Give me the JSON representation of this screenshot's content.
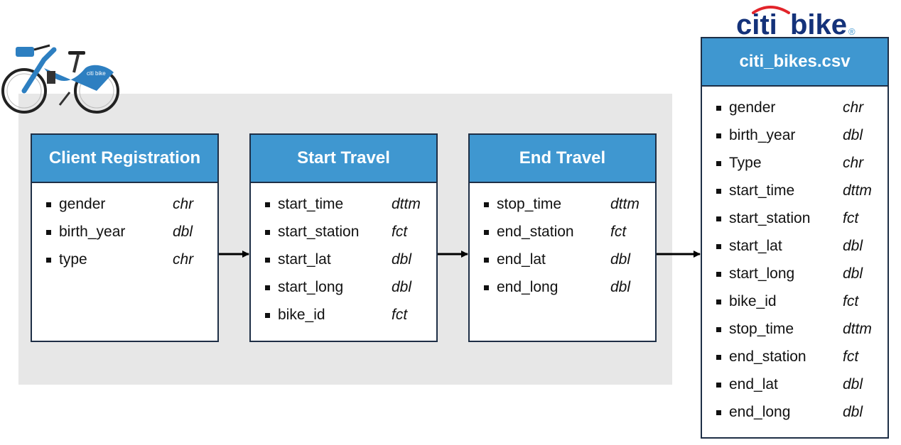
{
  "logo": {
    "text_citi": "citi",
    "text_bike": "bike",
    "mark": "®"
  },
  "colors": {
    "header": "#3f97d0",
    "border": "#1e2f46",
    "panel": "#e7e7e7",
    "logo_blue": "#14327a",
    "logo_red": "#e2242a",
    "logo_light": "#3f97d0"
  },
  "boxes": [
    {
      "title": "Client Registration",
      "fields": [
        {
          "name": "gender",
          "type": "chr"
        },
        {
          "name": "birth_year",
          "type": "dbl"
        },
        {
          "name": "type",
          "type": "chr"
        }
      ]
    },
    {
      "title": "Start Travel",
      "fields": [
        {
          "name": "start_time",
          "type": "dttm"
        },
        {
          "name": "start_station",
          "type": "fct"
        },
        {
          "name": "start_lat",
          "type": "dbl"
        },
        {
          "name": "start_long",
          "type": "dbl"
        },
        {
          "name": "bike_id",
          "type": "fct"
        }
      ]
    },
    {
      "title": "End Travel",
      "fields": [
        {
          "name": "stop_time",
          "type": "dttm"
        },
        {
          "name": "end_station",
          "type": "fct"
        },
        {
          "name": "end_lat",
          "type": "dbl"
        },
        {
          "name": "end_long",
          "type": "dbl"
        }
      ]
    },
    {
      "title": "citi_bikes.csv",
      "fields": [
        {
          "name": "gender",
          "type": "chr"
        },
        {
          "name": "birth_year",
          "type": "dbl"
        },
        {
          "name": "Type",
          "type": "chr"
        },
        {
          "name": "start_time",
          "type": "dttm"
        },
        {
          "name": "start_station",
          "type": "fct"
        },
        {
          "name": "start_lat",
          "type": "dbl"
        },
        {
          "name": "start_long",
          "type": "dbl"
        },
        {
          "name": "bike_id",
          "type": "fct"
        },
        {
          "name": "stop_time",
          "type": "dttm"
        },
        {
          "name": "end_station",
          "type": "fct"
        },
        {
          "name": "end_lat",
          "type": "dbl"
        },
        {
          "name": "end_long",
          "type": "dbl"
        }
      ]
    }
  ]
}
